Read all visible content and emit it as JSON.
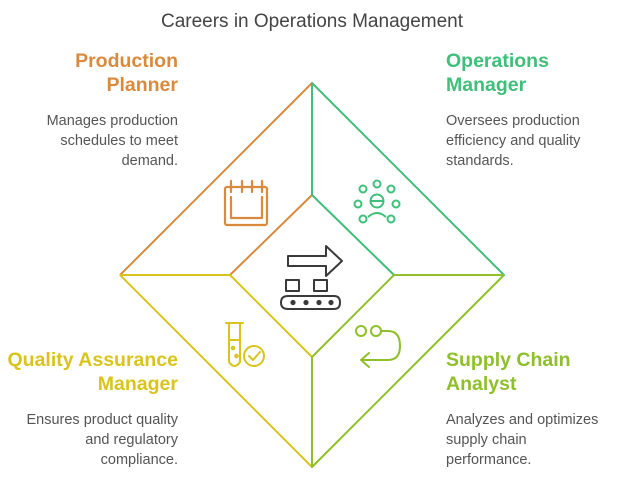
{
  "title": "Careers in Operations Management",
  "colors": {
    "production": "#d98a3d",
    "operations": "#3fbf7a",
    "quality": "#d9c41c",
    "supply": "#8fbf2b",
    "center": "#3a3a3a"
  },
  "quadrants": {
    "production": {
      "title": [
        "Production",
        "Planner"
      ],
      "description": [
        "Manages production",
        "schedules to meet",
        "demand."
      ],
      "icon": "calendar-icon"
    },
    "operations": {
      "title": [
        "Operations",
        "Manager"
      ],
      "description": [
        "Oversees production",
        "efficiency and quality",
        "standards."
      ],
      "icon": "team-network-icon"
    },
    "quality": {
      "title": [
        "Quality Assurance",
        "Manager"
      ],
      "description": [
        "Ensures product quality",
        "and regulatory",
        "compliance."
      ],
      "icon": "test-tube-check-icon"
    },
    "supply": {
      "title": [
        "Supply Chain",
        "Analyst"
      ],
      "description": [
        "Analyzes and optimizes",
        "supply chain",
        "performance."
      ],
      "icon": "route-flow-icon"
    }
  },
  "center_icon": "conveyor-belt-icon"
}
